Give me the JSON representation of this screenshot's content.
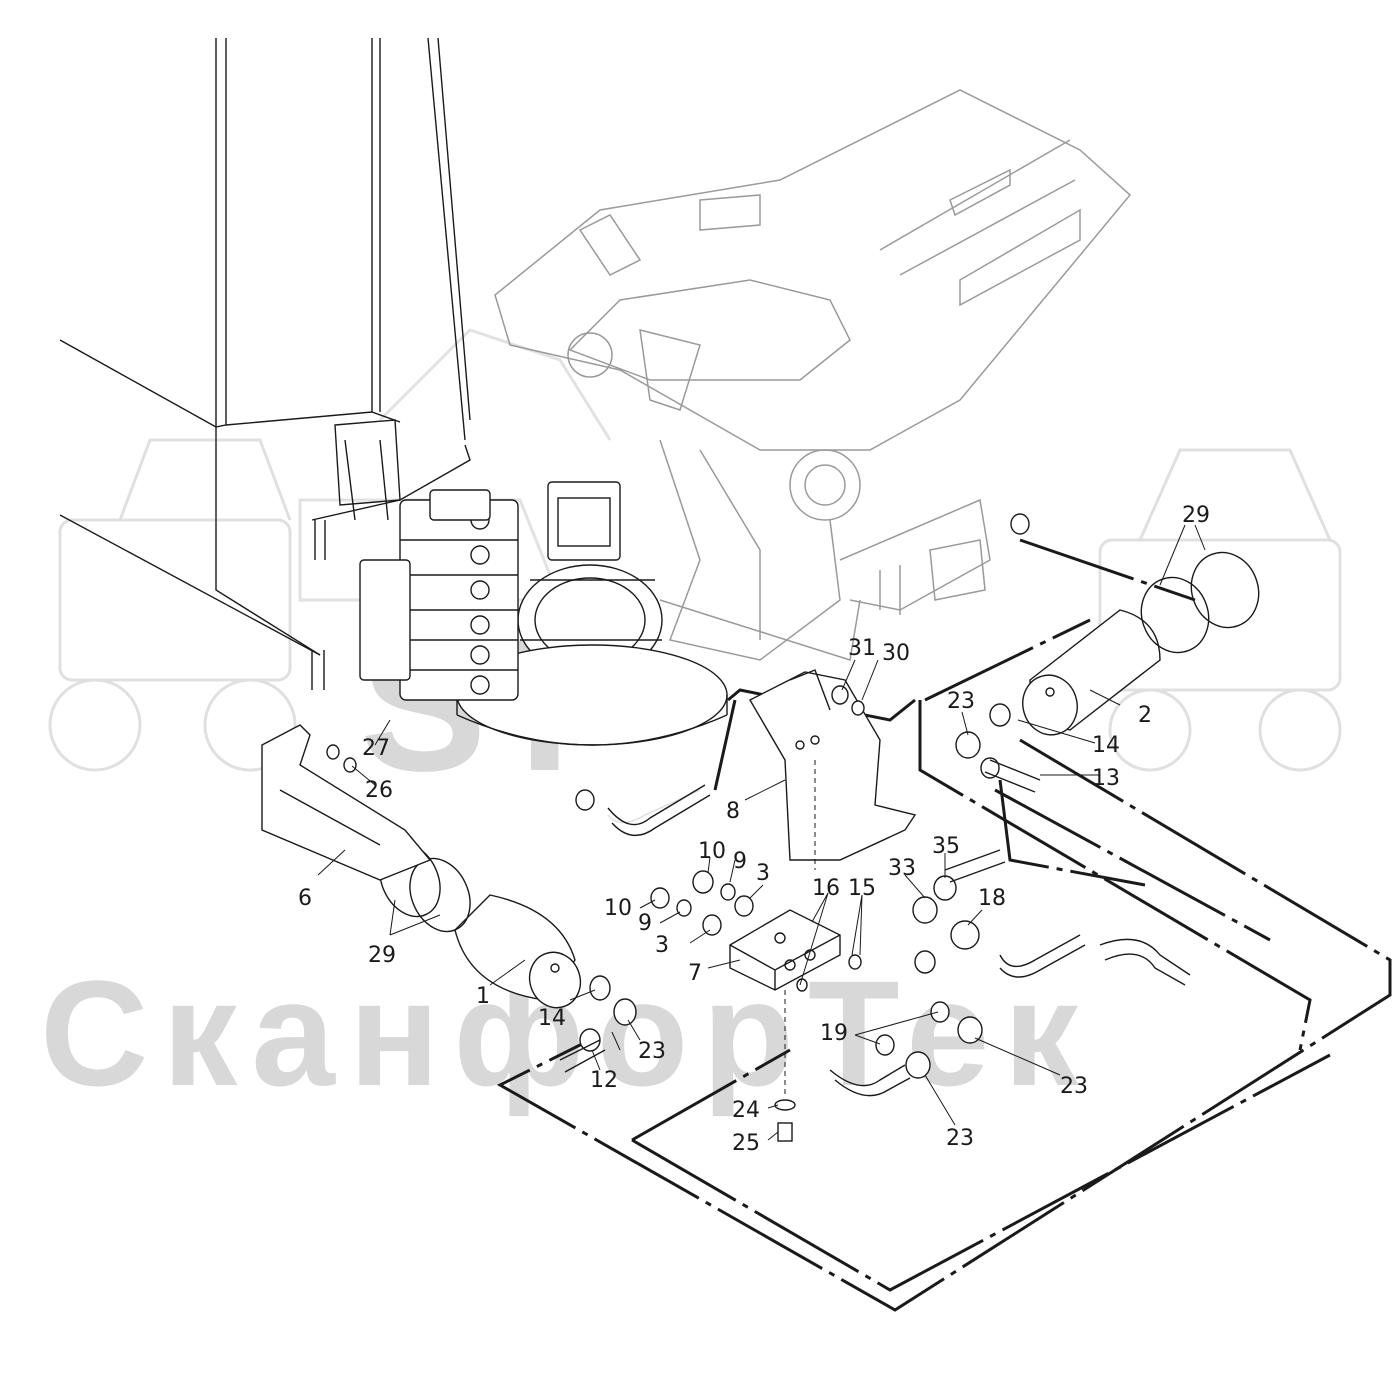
{
  "watermark": {
    "logo_text": "ST",
    "brand_text": "СканфорТек",
    "color": "#d8d8d8"
  },
  "colors": {
    "line": "#1a1a1a",
    "ghost": "#9a9a9a",
    "background": "#ffffff"
  },
  "callouts": [
    "1",
    "2",
    "3",
    "3",
    "6",
    "7",
    "8",
    "9",
    "9",
    "10",
    "10",
    "12",
    "13",
    "14",
    "14",
    "15",
    "16",
    "18",
    "19",
    "23",
    "23",
    "23",
    "23",
    "24",
    "25",
    "26",
    "27",
    "29",
    "29",
    "30",
    "31",
    "33",
    "35"
  ]
}
